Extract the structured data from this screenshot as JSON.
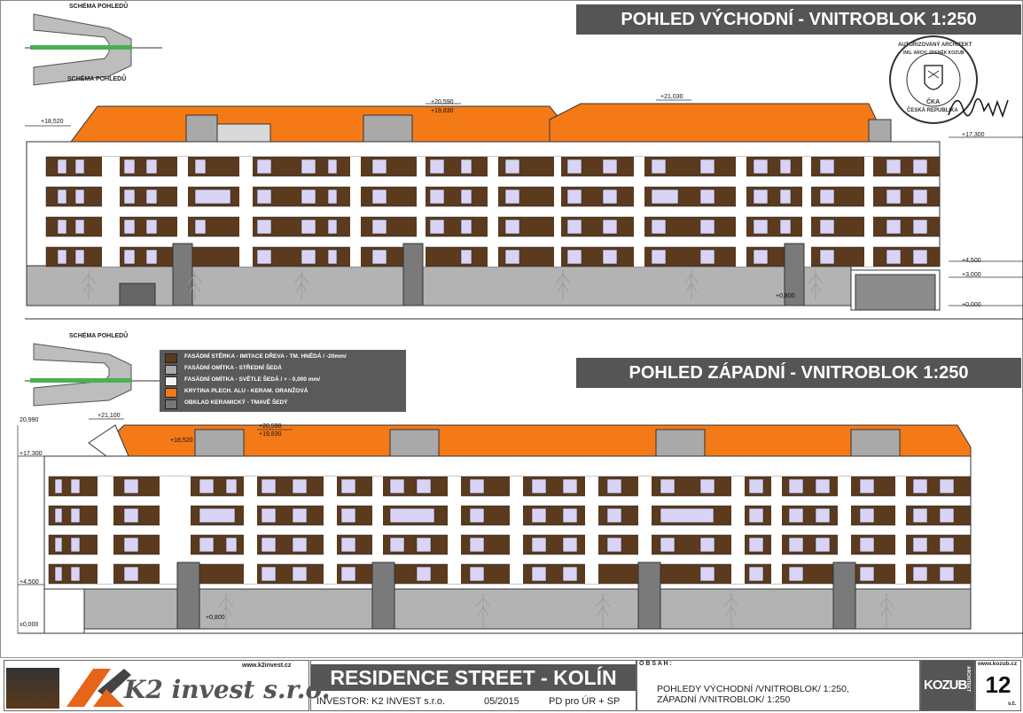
{
  "sheet": {
    "title_east": "POHLED VÝCHODNÍ - VNITROBLOK  1:250",
    "title_west": "POHLED ZÁPADNÍ  - VNITROBLOK   1:250",
    "schema_label_top": "SCHÉMA POHLEDŮ",
    "schema_label_bottom": "SCHÉMA POHLEDŮ"
  },
  "east_elevation": {
    "levels": {
      "l1": "+18,520",
      "l2": "+20,590",
      "l3": "+19,830",
      "l4": "+21,030",
      "l5": "+17,300",
      "l6": "+4,500",
      "l7": "+3,000",
      "l8": "+0,800",
      "l9": "+0,000"
    }
  },
  "west_elevation": {
    "levels": {
      "l1": "20,990",
      "l2": "+21,100",
      "l3": "+18,520",
      "l4": "+20,590",
      "l5": "+19,830",
      "l6": "+17,300",
      "l7": "+4,500",
      "l8": "+0,800",
      "l9": "±0,000"
    }
  },
  "legend": {
    "items": [
      {
        "label": "FASÁDNÍ STĚRKA  -  IMITACE DŘEVA - TM. HNĚDÁ  / -20mm/",
        "color": "#5b3a1e"
      },
      {
        "label": "FASÁDNÍ OMÍTKA  -  STŘEDNÍ ŠEDÁ",
        "color": "#a9a9a9"
      },
      {
        "label": "FASÁDNÍ OMÍTKA  -  SVĚTLE ŠEDÁ  / + - 0,000 mm/",
        "color": "#f2f2f2"
      },
      {
        "label": "KRYTINA PLECH. ALU  -  KERAM. ORANŽOVÁ",
        "color": "#f47a18"
      },
      {
        "label": "OBKLAD KERAMICKÝ  -  TMAVĚ  ŠEDÝ",
        "color": "#777777"
      }
    ]
  },
  "stamp": {
    "line1": "AUTORIZOVANÝ ARCHITEKT",
    "line2": "ING. ARCH. ZDENĚK KOZUB",
    "line3": "ČKA",
    "line4": "ČESKÁ REPUBLIKA"
  },
  "footer": {
    "website_investor": "www.k2invest.cz",
    "investor_logo": "K2 invest s.r.o.",
    "project_title": "RESIDENCE STREET - KOLÍN",
    "investor_line": "INVESTOR: K2 INVEST s.r.o.",
    "date": "05/2015",
    "phase": "PD  pro ÚR + SP",
    "contents_label": "O B S A H :",
    "contents_line1": "POHLEDY VÝCHODNÍ /VNITROBLOK/ 1:250,",
    "contents_line2": "ZÁPADNÍ /VNITROBLOK/ 1:250",
    "architect_logo": "KOZUB",
    "architect_sub": "ARCHITEKT",
    "website_architect": "www.kozub.cz",
    "sheet_number": "12",
    "sheet_number_label": "v.č."
  },
  "colors": {
    "roof": "#f47a18",
    "wood": "#5b3a1e",
    "facade_white": "#ffffff",
    "mid_grey": "#a9a9a9",
    "dark_grey": "#777777",
    "window": "#d9d4f5",
    "title_bg": "#555555"
  }
}
